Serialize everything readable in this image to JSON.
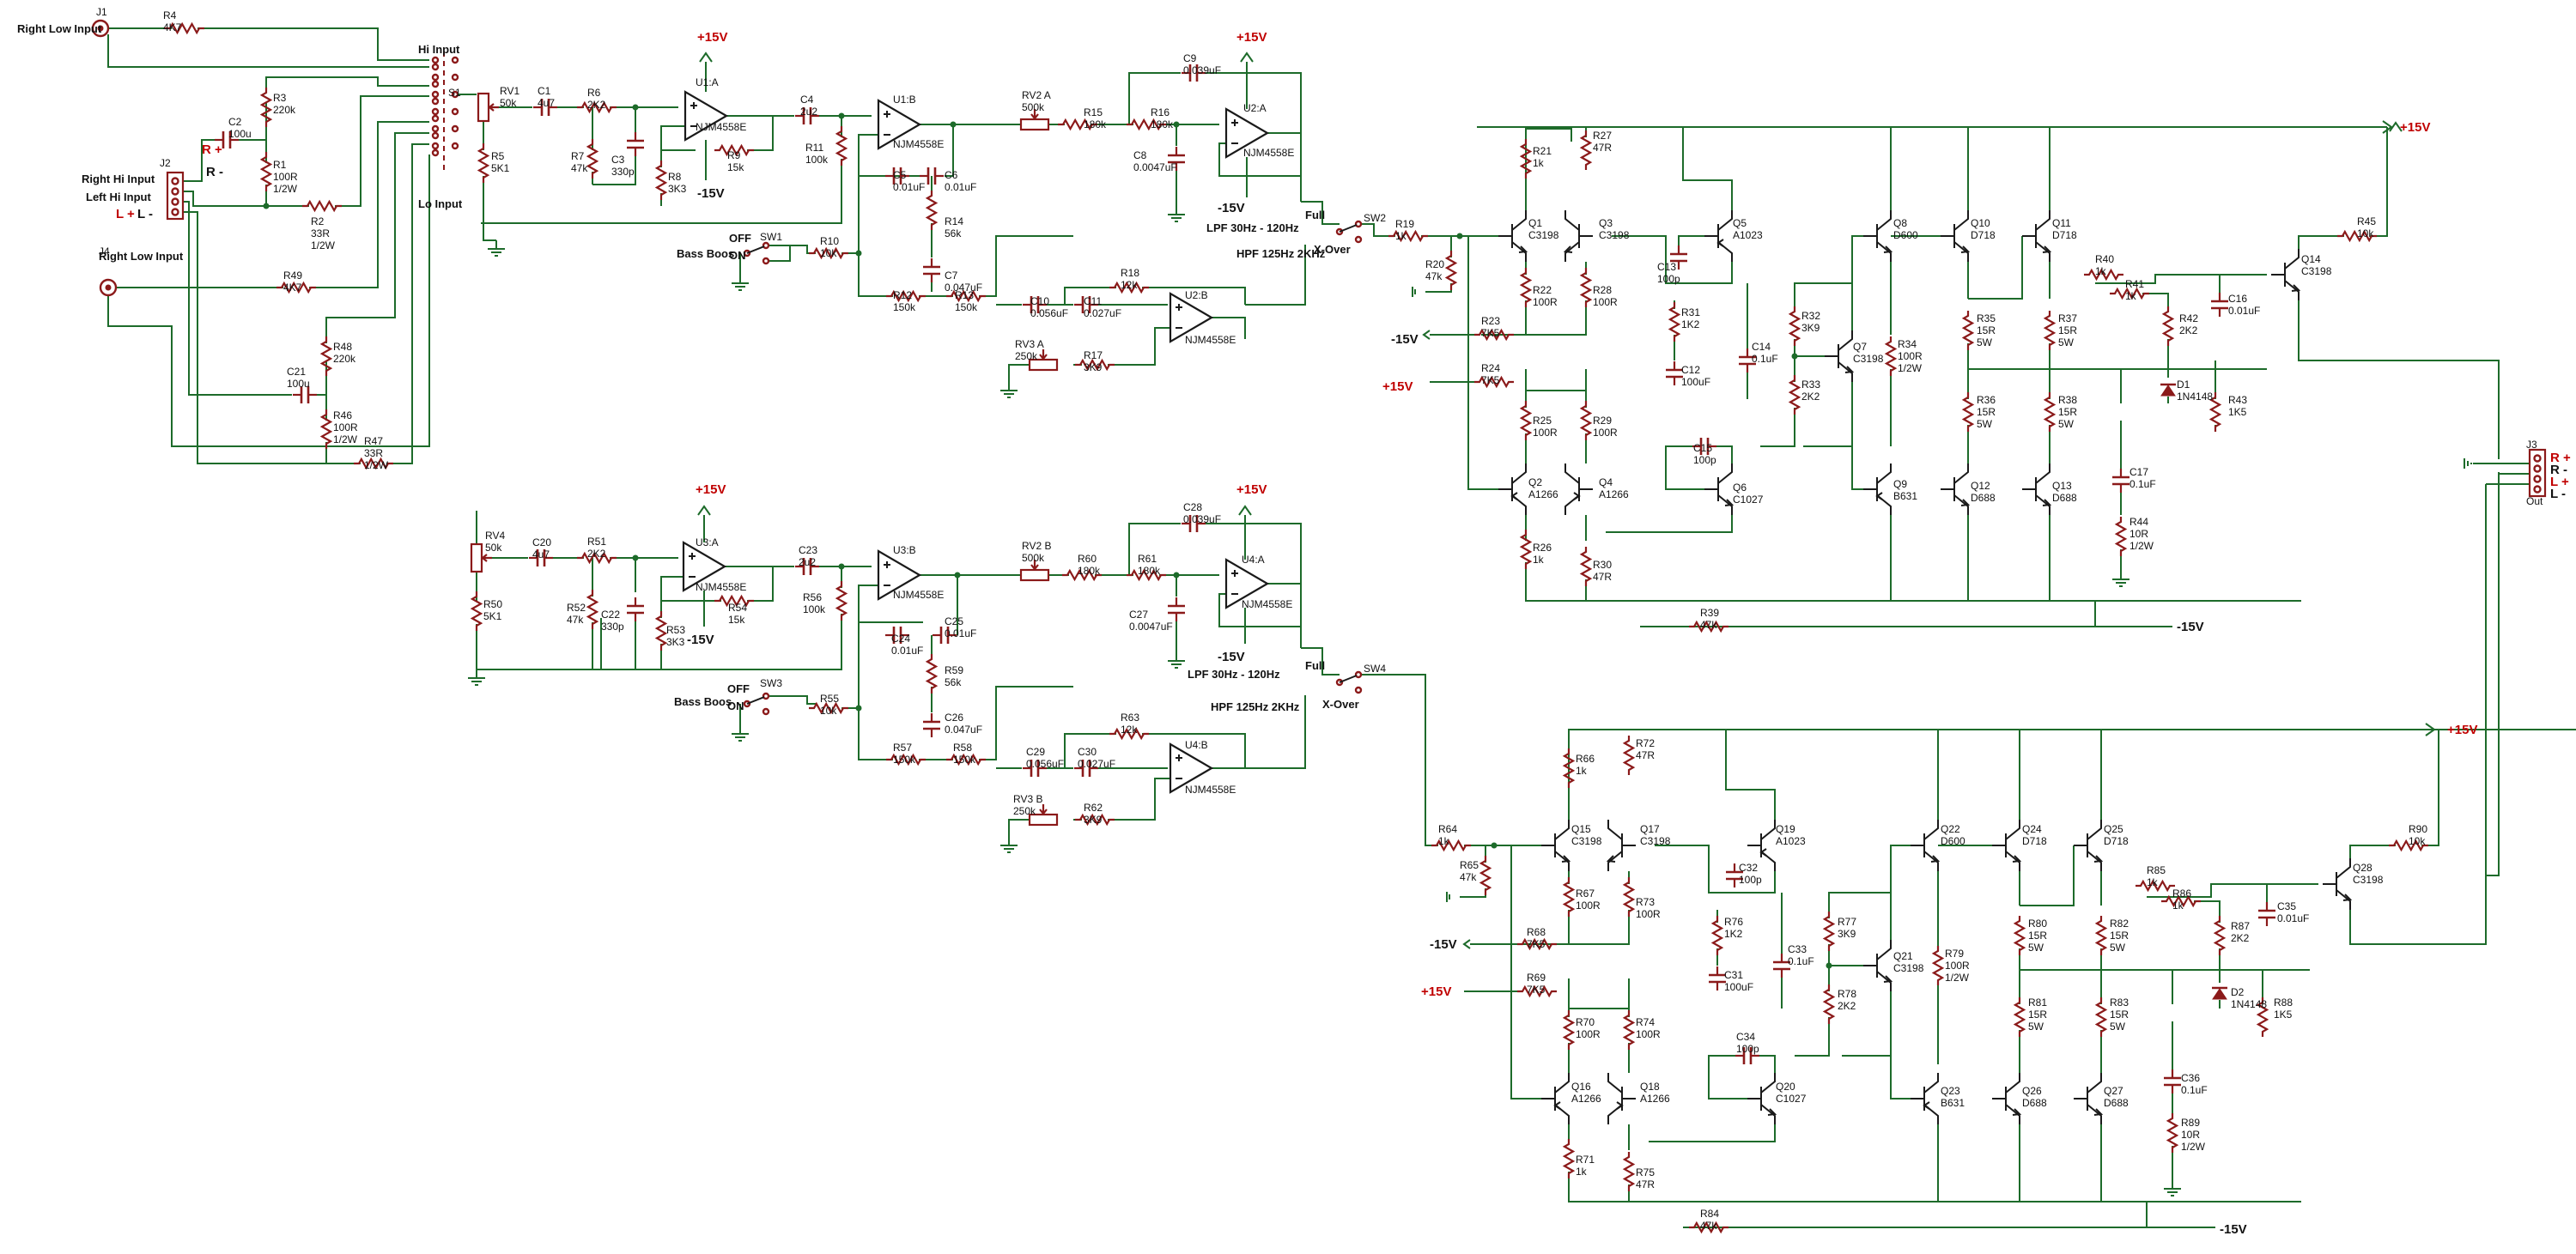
{
  "rails": {
    "pos": "+15V",
    "neg": "-15V"
  },
  "inputs": {
    "j1": {
      "ref": "J1",
      "label": "Right Low Input"
    },
    "j2": {
      "ref": "J2",
      "label_right": "Right Hi Input",
      "label_left": "Left Hi Input",
      "pin_rp": "R +",
      "pin_rm": "R -",
      "pin_lp": "L +",
      "pin_lm": "L -"
    },
    "j4": {
      "ref": "J4",
      "label": "Right Low Input"
    },
    "s1": {
      "ref": "S1",
      "hi": "Hi Input",
      "lo": "Lo Input"
    }
  },
  "output": {
    "ref": "J3",
    "label": "Out",
    "pins": [
      "R +",
      "R -",
      "L +",
      "L -"
    ]
  },
  "switch_labels": {
    "bass": "Bass Boos",
    "off": "OFF",
    "on": "ON",
    "full": "Full",
    "xover": "X-Over",
    "lpf": "LPF 30Hz - 120Hz",
    "hpf": "HPF 125Hz 2KHz"
  },
  "switches": [
    "SW1",
    "SW2",
    "SW3",
    "SW4"
  ],
  "opamps": [
    {
      "ref": "U1:A",
      "part": "NJM4558E"
    },
    {
      "ref": "U1:B",
      "part": "NJM4558E"
    },
    {
      "ref": "U2:A",
      "part": "NJM4558E"
    },
    {
      "ref": "U2:B",
      "part": "NJM4558E"
    },
    {
      "ref": "U3:A",
      "part": "NJM4558E"
    },
    {
      "ref": "U3:B",
      "part": "NJM4558E"
    },
    {
      "ref": "U4:A",
      "part": "NJM4558E"
    },
    {
      "ref": "U4:B",
      "part": "NJM4558E"
    }
  ],
  "pots": [
    {
      "ref": "RV1",
      "value": "50k"
    },
    {
      "ref": "RV2 A",
      "value": "500k"
    },
    {
      "ref": "RV3 A",
      "value": "250k"
    },
    {
      "ref": "RV4",
      "value": "50k"
    },
    {
      "ref": "RV2 B",
      "value": "500k"
    },
    {
      "ref": "RV3 B",
      "value": "250k"
    }
  ],
  "resistors": [
    {
      "ref": "R4",
      "value": "4K7"
    },
    {
      "ref": "R3",
      "value": "220k"
    },
    {
      "ref": "R1",
      "value": "100R",
      "power": "1/2W"
    },
    {
      "ref": "R2",
      "value": "33R",
      "power": "1/2W"
    },
    {
      "ref": "R49",
      "value": "4K7"
    },
    {
      "ref": "R48",
      "value": "220k"
    },
    {
      "ref": "R46",
      "value": "100R",
      "power": "1/2W"
    },
    {
      "ref": "R47",
      "value": "33R",
      "power": "1/2W"
    },
    {
      "ref": "R5",
      "value": "5K1"
    },
    {
      "ref": "R6",
      "value": "2K2"
    },
    {
      "ref": "R7",
      "value": "47k"
    },
    {
      "ref": "R8",
      "value": "3K3"
    },
    {
      "ref": "R9",
      "value": "15k"
    },
    {
      "ref": "R11",
      "value": "100k"
    },
    {
      "ref": "R10",
      "value": "10k"
    },
    {
      "ref": "R14",
      "value": "56k"
    },
    {
      "ref": "R12",
      "value": "150k"
    },
    {
      "ref": "R13",
      "value": "150k"
    },
    {
      "ref": "R15",
      "value": "180k"
    },
    {
      "ref": "R16",
      "value": "180k"
    },
    {
      "ref": "R18",
      "value": "12k"
    },
    {
      "ref": "R17",
      "value": "3K9"
    },
    {
      "ref": "R19",
      "value": "1k"
    },
    {
      "ref": "R20",
      "value": "47k"
    },
    {
      "ref": "R21",
      "value": "1k"
    },
    {
      "ref": "R22",
      "value": "100R"
    },
    {
      "ref": "R23",
      "value": "7K5"
    },
    {
      "ref": "R24",
      "value": "7K5"
    },
    {
      "ref": "R25",
      "value": "100R"
    },
    {
      "ref": "R26",
      "value": "1k"
    },
    {
      "ref": "R27",
      "value": "47R"
    },
    {
      "ref": "R28",
      "value": "100R"
    },
    {
      "ref": "R29",
      "value": "100R"
    },
    {
      "ref": "R30",
      "value": "47R"
    },
    {
      "ref": "R31",
      "value": "1K2"
    },
    {
      "ref": "R32",
      "value": "3K9"
    },
    {
      "ref": "R33",
      "value": "2K2"
    },
    {
      "ref": "R34",
      "value": "100R",
      "power": "1/2W"
    },
    {
      "ref": "R35",
      "value": "15R",
      "power": "5W"
    },
    {
      "ref": "R36",
      "value": "15R",
      "power": "5W"
    },
    {
      "ref": "R37",
      "value": "15R",
      "power": "5W"
    },
    {
      "ref": "R38",
      "value": "15R",
      "power": "5W"
    },
    {
      "ref": "R39",
      "value": "47k"
    },
    {
      "ref": "R40",
      "value": "1k"
    },
    {
      "ref": "R41",
      "value": "1k"
    },
    {
      "ref": "R42",
      "value": "2K2"
    },
    {
      "ref": "R43",
      "value": "1K5"
    },
    {
      "ref": "R44",
      "value": "10R",
      "power": "1/2W"
    },
    {
      "ref": "R45",
      "value": "10k"
    },
    {
      "ref": "R50",
      "value": "5K1"
    },
    {
      "ref": "R51",
      "value": "2K2"
    },
    {
      "ref": "R52",
      "value": "47k"
    },
    {
      "ref": "R53",
      "value": "3K3"
    },
    {
      "ref": "R54",
      "value": "15k"
    },
    {
      "ref": "R56",
      "value": "100k"
    },
    {
      "ref": "R55",
      "value": "10k"
    },
    {
      "ref": "R59",
      "value": "56k"
    },
    {
      "ref": "R57",
      "value": "150k"
    },
    {
      "ref": "R58",
      "value": "150k"
    },
    {
      "ref": "R60",
      "value": "180k"
    },
    {
      "ref": "R61",
      "value": "180k"
    },
    {
      "ref": "R63",
      "value": "12k"
    },
    {
      "ref": "R62",
      "value": "3K9"
    },
    {
      "ref": "R64",
      "value": "1k"
    },
    {
      "ref": "R65",
      "value": "47k"
    },
    {
      "ref": "R66",
      "value": "1k"
    },
    {
      "ref": "R67",
      "value": "100R"
    },
    {
      "ref": "R68",
      "value": "7K5"
    },
    {
      "ref": "R69",
      "value": "7K5"
    },
    {
      "ref": "R70",
      "value": "100R"
    },
    {
      "ref": "R71",
      "value": "1k"
    },
    {
      "ref": "R72",
      "value": "47R"
    },
    {
      "ref": "R73",
      "value": "100R"
    },
    {
      "ref": "R74",
      "value": "100R"
    },
    {
      "ref": "R75",
      "value": "47R"
    },
    {
      "ref": "R76",
      "value": "1K2"
    },
    {
      "ref": "R77",
      "value": "3K9"
    },
    {
      "ref": "R78",
      "value": "2K2"
    },
    {
      "ref": "R79",
      "value": "100R",
      "power": "1/2W"
    },
    {
      "ref": "R80",
      "value": "15R",
      "power": "5W"
    },
    {
      "ref": "R81",
      "value": "15R",
      "power": "5W"
    },
    {
      "ref": "R82",
      "value": "15R",
      "power": "5W"
    },
    {
      "ref": "R83",
      "value": "15R",
      "power": "5W"
    },
    {
      "ref": "R84",
      "value": "47k"
    },
    {
      "ref": "R85",
      "value": "1k"
    },
    {
      "ref": "R86",
      "value": "1k"
    },
    {
      "ref": "R87",
      "value": "2K2"
    },
    {
      "ref": "R88",
      "value": "1K5"
    },
    {
      "ref": "R89",
      "value": "10R",
      "power": "1/2W"
    },
    {
      "ref": "R90",
      "value": "10k"
    }
  ],
  "capacitors": [
    {
      "ref": "C2",
      "value": "100u"
    },
    {
      "ref": "C21",
      "value": "100u"
    },
    {
      "ref": "C1",
      "value": "4u7"
    },
    {
      "ref": "C3",
      "value": "330p"
    },
    {
      "ref": "C4",
      "value": "2u2"
    },
    {
      "ref": "C5",
      "value": "0.01uF"
    },
    {
      "ref": "C6",
      "value": "0.01uF"
    },
    {
      "ref": "C7",
      "value": "0.047uF"
    },
    {
      "ref": "C8",
      "value": "0.0047uF"
    },
    {
      "ref": "C9",
      "value": "0.039uF"
    },
    {
      "ref": "C10",
      "value": "0.056uF"
    },
    {
      "ref": "C11",
      "value": "0.027uF"
    },
    {
      "ref": "C12",
      "value": "100uF"
    },
    {
      "ref": "C13",
      "value": "100p"
    },
    {
      "ref": "C14",
      "value": "0.1uF"
    },
    {
      "ref": "C15",
      "value": "100p"
    },
    {
      "ref": "C16",
      "value": "0.01uF"
    },
    {
      "ref": "C17",
      "value": "0.1uF"
    },
    {
      "ref": "C20",
      "value": "4u7"
    },
    {
      "ref": "C22",
      "value": "330p"
    },
    {
      "ref": "C23",
      "value": "2u2"
    },
    {
      "ref": "C24",
      "value": "0.01uF"
    },
    {
      "ref": "C25",
      "value": "0.01uF"
    },
    {
      "ref": "C26",
      "value": "0.047uF"
    },
    {
      "ref": "C27",
      "value": "0.0047uF"
    },
    {
      "ref": "C28",
      "value": "0.039uF"
    },
    {
      "ref": "C29",
      "value": "0.056uF"
    },
    {
      "ref": "C30",
      "value": "0.027uF"
    },
    {
      "ref": "C31",
      "value": "100uF"
    },
    {
      "ref": "C32",
      "value": "100p"
    },
    {
      "ref": "C33",
      "value": "0.1uF"
    },
    {
      "ref": "C34",
      "value": "100p"
    },
    {
      "ref": "C35",
      "value": "0.01uF"
    },
    {
      "ref": "C36",
      "value": "0.1uF"
    }
  ],
  "transistors": [
    {
      "ref": "Q1",
      "part": "C3198"
    },
    {
      "ref": "Q2",
      "part": "A1266"
    },
    {
      "ref": "Q3",
      "part": "C3198"
    },
    {
      "ref": "Q4",
      "part": "A1266"
    },
    {
      "ref": "Q5",
      "part": "A1023"
    },
    {
      "ref": "Q6",
      "part": "C1027"
    },
    {
      "ref": "Q7",
      "part": "C3198"
    },
    {
      "ref": "Q8",
      "part": "D600"
    },
    {
      "ref": "Q9",
      "part": "B631"
    },
    {
      "ref": "Q10",
      "part": "D718"
    },
    {
      "ref": "Q11",
      "part": "D718"
    },
    {
      "ref": "Q12",
      "part": "D688"
    },
    {
      "ref": "Q13",
      "part": "D688"
    },
    {
      "ref": "Q14",
      "part": "C3198"
    },
    {
      "ref": "Q15",
      "part": "C3198"
    },
    {
      "ref": "Q16",
      "part": "A1266"
    },
    {
      "ref": "Q17",
      "part": "C3198"
    },
    {
      "ref": "Q18",
      "part": "A1266"
    },
    {
      "ref": "Q19",
      "part": "A1023"
    },
    {
      "ref": "Q20",
      "part": "C1027"
    },
    {
      "ref": "Q21",
      "part": "C3198"
    },
    {
      "ref": "Q22",
      "part": "D600"
    },
    {
      "ref": "Q23",
      "part": "B631"
    },
    {
      "ref": "Q24",
      "part": "D718"
    },
    {
      "ref": "Q25",
      "part": "D718"
    },
    {
      "ref": "Q26",
      "part": "D688"
    },
    {
      "ref": "Q27",
      "part": "D688"
    },
    {
      "ref": "Q28",
      "part": "C3198"
    }
  ],
  "diodes": [
    {
      "ref": "D1",
      "part": "1N4148"
    },
    {
      "ref": "D2",
      "part": "1N4148"
    }
  ]
}
